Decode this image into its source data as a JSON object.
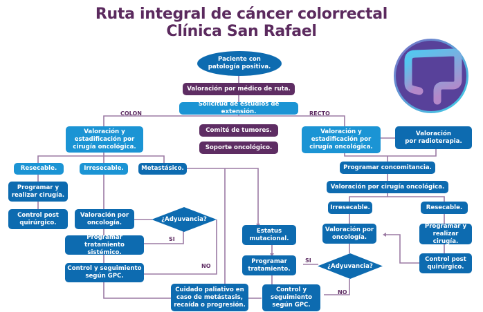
{
  "title": {
    "line1": "Ruta integral de cáncer colorrectal",
    "line2": "Clínica San Rafael"
  },
  "colors": {
    "title": "#5b2a5e",
    "light_blue": "#1b94d4",
    "dark_blue": "#0d6bb0",
    "purple": "#5e2d63",
    "connector": "#9b7aa3"
  },
  "logo": {
    "icon": "colon-icon"
  },
  "top": {
    "start": "Paciente con\npatología positiva.",
    "medico": "Valoración por médico de ruta.",
    "solicitud": "Solicitud de estudios de extensión.",
    "comite": "Comité de tumores.",
    "soporte": "Soporte oncológico."
  },
  "branch_labels": {
    "colon": "COLON",
    "recto": "RECTO"
  },
  "colon": {
    "valoracion": "Valoración y\nestadificación por\ncirugía oncológica.",
    "resecable": "Resecable.",
    "irresecable": "Irresecable.",
    "metastasico": "Metastásico.",
    "programar_cirugia": "Programar y\nrealizar cirugía.",
    "control_post": "Control post\nquirúrgico.",
    "valoracion_oncologia": "Valoración por\noncología.",
    "adyuvancia": "¿Adyuvancia?",
    "si": "SI",
    "no": "NO",
    "tratamiento_sistemico": "Programar\ntratamiento sistémico.",
    "control_seguimiento": "Control y seguimiento\nsegún GPC."
  },
  "shared": {
    "cuidado_paliativo": "Cuidado paliativo en\ncaso de metástasis,\nrecaída o progresión.",
    "estatus_mutacional": "Estatus\nmutacional.",
    "programar_tratamiento": "Programar\ntratamiento.",
    "control_seguimiento": "Control y\nseguimiento\nsegún GPC."
  },
  "recto": {
    "valoracion": "Valoración y\nestadificación por\ncirugía oncológica.",
    "radioterapia": "Valoración\npor radioterapia.",
    "concomitancia": "Programar concomitancia.",
    "cirugia_oncologica": "Valoración por cirugía oncológica.",
    "irresecable": "Irresecable.",
    "resecable": "Resecable.",
    "valoracion_oncologia": "Valoración por\noncología.",
    "programar_cirugia": "Programar y\nrealizar cirugía.",
    "control_post": "Control post\nquirúrgico.",
    "adyuvancia": "¿Adyuvancia?",
    "si": "SI",
    "no": "NO"
  }
}
